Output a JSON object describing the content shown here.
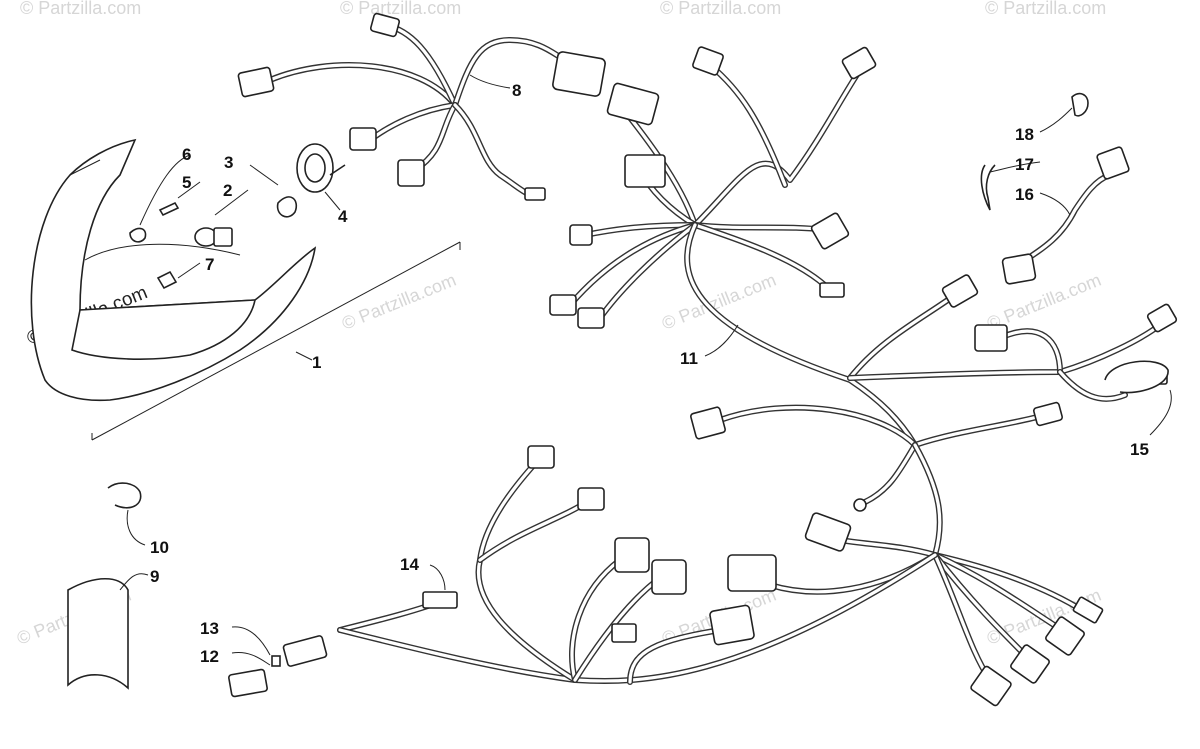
{
  "diagram": {
    "watermarks": {
      "faint": "© Partzilla.com",
      "strong": "© Partzilla.com"
    },
    "callouts": [
      {
        "id": "1",
        "text": "1"
      },
      {
        "id": "2",
        "text": "2"
      },
      {
        "id": "3",
        "text": "3"
      },
      {
        "id": "4",
        "text": "4"
      },
      {
        "id": "5",
        "text": "5"
      },
      {
        "id": "6",
        "text": "6"
      },
      {
        "id": "7",
        "text": "7"
      },
      {
        "id": "8",
        "text": "8"
      },
      {
        "id": "9",
        "text": "9"
      },
      {
        "id": "10",
        "text": "10"
      },
      {
        "id": "11",
        "text": "11"
      },
      {
        "id": "12",
        "text": "12"
      },
      {
        "id": "13",
        "text": "13"
      },
      {
        "id": "14",
        "text": "14"
      },
      {
        "id": "15",
        "text": "15"
      },
      {
        "id": "16",
        "text": "16"
      },
      {
        "id": "17",
        "text": "17"
      },
      {
        "id": "18",
        "text": "18"
      }
    ],
    "colors": {
      "line": "#222222",
      "watermark": "#d6d6d6",
      "background": "#ffffff"
    }
  }
}
